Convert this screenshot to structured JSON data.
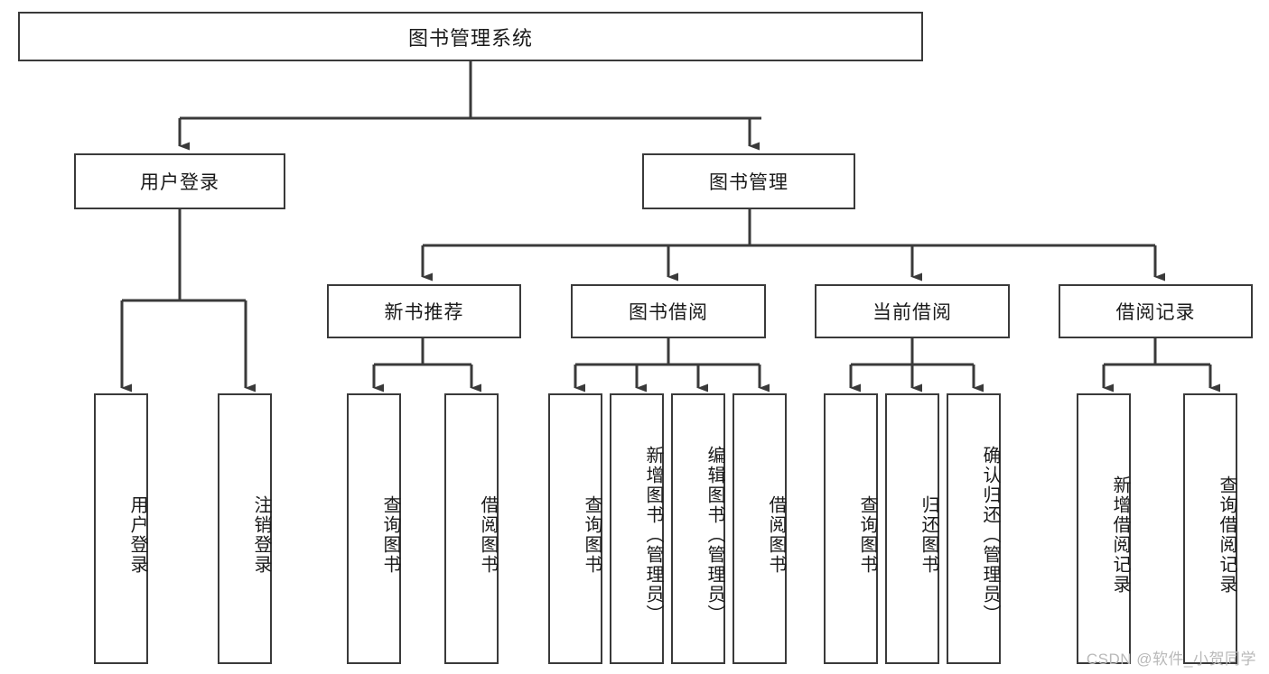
{
  "diagram": {
    "title_box": {
      "label": "图书管理系统"
    },
    "level2": [
      {
        "id": "user-login",
        "label": "用户登录"
      },
      {
        "id": "book-management",
        "label": "图书管理"
      }
    ],
    "level3": [
      {
        "id": "new-book-recommend",
        "label": "新书推荐"
      },
      {
        "id": "book-borrow",
        "label": "图书借阅"
      },
      {
        "id": "current-borrow",
        "label": "当前借阅"
      },
      {
        "id": "borrow-record",
        "label": "借阅记录"
      }
    ],
    "leaves": {
      "user_login": [
        {
          "id": "leaf-user-login",
          "label": "用户登录"
        },
        {
          "id": "leaf-logout-login",
          "label": "注销登录"
        }
      ],
      "new_book_recommend": [
        {
          "id": "leaf-query-book-1",
          "label": "查询图书"
        },
        {
          "id": "leaf-borrow-book-1",
          "label": "借阅图书"
        }
      ],
      "book_borrow": [
        {
          "id": "leaf-query-book-2",
          "label": "查询图书"
        },
        {
          "id": "leaf-add-book",
          "label": "新增图书（管理员）"
        },
        {
          "id": "leaf-edit-book",
          "label": "编辑图书（管理员）"
        },
        {
          "id": "leaf-borrow-book-2",
          "label": "借阅图书"
        }
      ],
      "current_borrow": [
        {
          "id": "leaf-query-book-3",
          "label": "查询图书"
        },
        {
          "id": "leaf-return-book",
          "label": "归还图书"
        },
        {
          "id": "leaf-confirm-return",
          "label": "确认归还（管理员）"
        }
      ],
      "borrow_record": [
        {
          "id": "leaf-add-record",
          "label": "新增借阅记录"
        },
        {
          "id": "leaf-query-record",
          "label": "查询借阅记录"
        }
      ]
    },
    "watermark": "CSDN @软件_小贺同学",
    "colors": {
      "box_border": "#3a3a3a",
      "box_fill": "#ffffff",
      "connector": "#3a3a3a",
      "text": "#1a1a1a",
      "watermark": "#b9b9b9"
    }
  }
}
